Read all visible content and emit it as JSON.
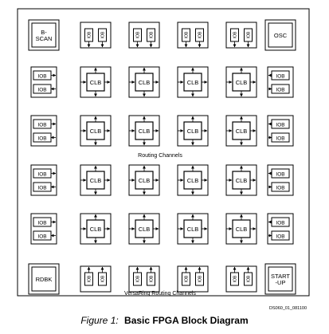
{
  "labels": {
    "bscan": "B-\nSCAN",
    "osc": "OSC",
    "rdbk": "RDBK",
    "startup": "START\n-UP",
    "clb": "CLB",
    "iob": "IOB",
    "routing_channels": "Routing Channels",
    "versaring_channels": "VersaRing Routing Channels",
    "doc_code": "DS060_01_081100"
  },
  "caption": {
    "figure": "Figure 1:",
    "title": "Basic FPGA Block Diagram"
  },
  "grid": {
    "columns": 4,
    "rows": 4
  }
}
